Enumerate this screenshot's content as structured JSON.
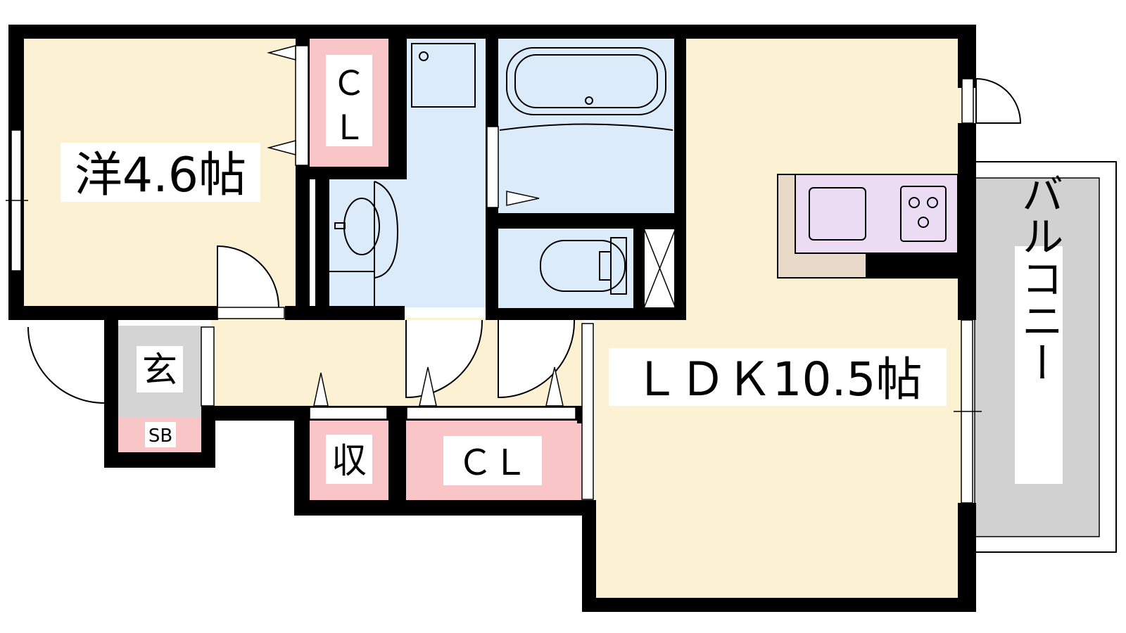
{
  "floorplan": {
    "rooms": {
      "western_room": {
        "label": "洋4.6帖",
        "color": "#FDF1D3"
      },
      "ldk": {
        "label": "ＬＤＫ10.5帖",
        "color": "#FDF1D3"
      },
      "closet_top": {
        "label_line1": "Ｃ",
        "label_line2": "Ｌ",
        "color": "#F9C5C6"
      },
      "closet_bottom": {
        "label": "ＣＬ",
        "color": "#F9C5C6"
      },
      "storage": {
        "label": "収",
        "color": "#F9C5C6"
      },
      "entrance": {
        "label": "玄",
        "color": "#D4D4D4"
      },
      "shoe_box": {
        "label": "SB",
        "color": "#F9C5C6"
      },
      "balcony": {
        "label": "バルコニー",
        "color": "#D1D1D1"
      },
      "wet_area": {
        "color": "#DCEBFA"
      },
      "kitchen": {
        "color": "#EBDCF3"
      }
    },
    "colors": {
      "wall": "#000000",
      "outline": "#000000",
      "paper": "#FFFFFF"
    }
  }
}
